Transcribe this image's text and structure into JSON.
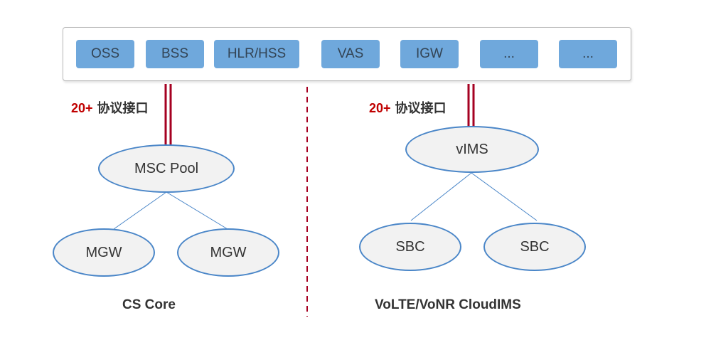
{
  "top_systems": [
    "OSS",
    "BSS",
    "HLR/HSS",
    "VAS",
    "IGW",
    "...",
    "..."
  ],
  "left": {
    "protocol_count": "20+",
    "protocol_label": "协议接口",
    "core_node": "MSC Pool",
    "child_nodes": [
      "MGW",
      "MGW"
    ],
    "caption": "CS Core"
  },
  "right": {
    "protocol_count": "20+",
    "protocol_label": "协议接口",
    "core_node": "vIMS",
    "child_nodes": [
      "SBC",
      "SBC"
    ],
    "caption": "VoLTE/VoNR CloudIMS"
  },
  "colors": {
    "box_fill": "#6fa8dc",
    "ellipse_stroke": "#4a86c8",
    "ellipse_fill": "#f2f2f2",
    "interface_line": "#a50021",
    "highlight_text": "#c00000"
  }
}
